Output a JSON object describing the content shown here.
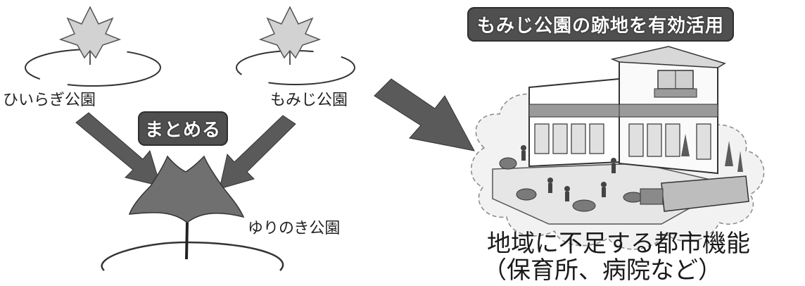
{
  "left_group": {
    "park_hiiragi": "ひいらぎ公園",
    "park_momiji": "もみじ公園",
    "merge_badge": "まとめる",
    "park_yurinoki": "ゆりのき公園"
  },
  "right_group": {
    "title_banner": "もみじ公園の跡地を有効活用",
    "caption_line1": "地域に不足する都市機能",
    "caption_line2": "（保育所、病院など）"
  },
  "colors": {
    "leaf_light": "#d2d2d2",
    "leaf_dark": "#707070",
    "arrow": "#5a5a5a",
    "badge_bg": "#4f4f4f"
  }
}
